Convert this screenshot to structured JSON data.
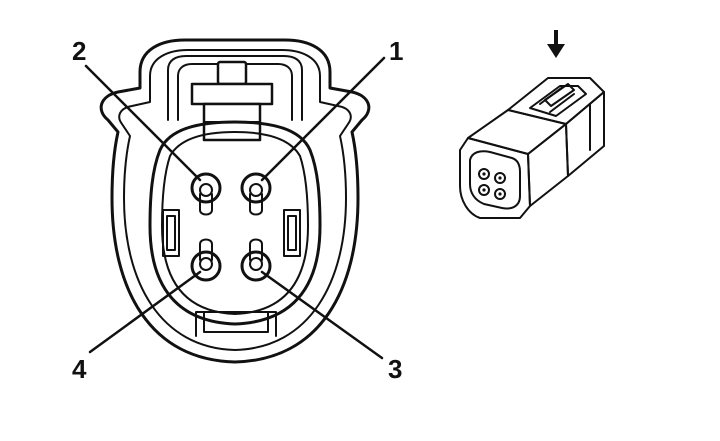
{
  "pins": [
    {
      "number": "1"
    },
    {
      "number": "2"
    },
    {
      "number": "3"
    },
    {
      "number": "4"
    }
  ],
  "icons": {
    "view_direction": "down-arrow-icon",
    "connector": "connector-3d-icon"
  },
  "colors": {
    "line": "#111111",
    "background": "#ffffff"
  }
}
